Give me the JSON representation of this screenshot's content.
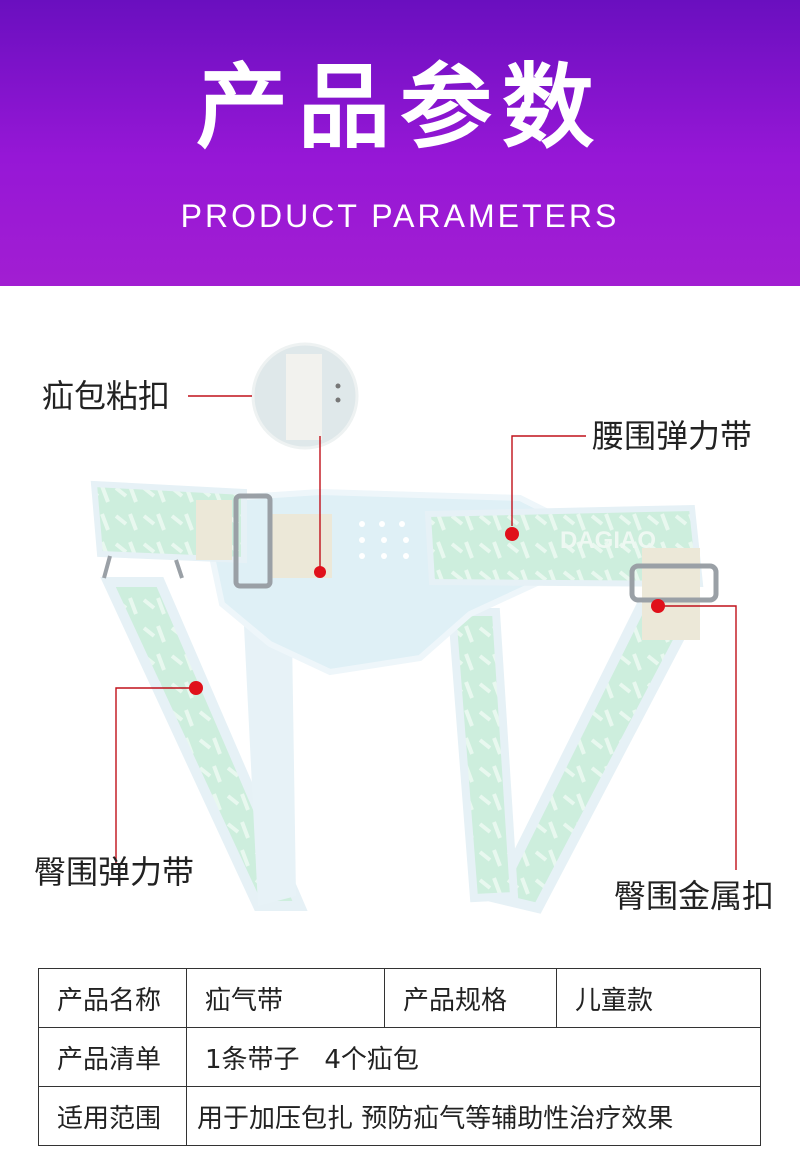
{
  "header": {
    "title_cn": "产品参数",
    "title_en": "PRODUCT PARAMETERS"
  },
  "product": {
    "brand_text": "DAGIAO",
    "callouts": {
      "hernia_velcro": "疝包粘扣",
      "waist_band": "腰围弹力带",
      "hip_band": "臀围弹力带",
      "hip_buckle": "臀围金属扣"
    }
  },
  "params": {
    "rows": [
      {
        "label": "产品名称",
        "value": "疝气带",
        "label2": "产品规格",
        "value2": "儿童款"
      },
      {
        "label": "产品清单",
        "value": "1条带子   4个疝包"
      },
      {
        "label": "适用范围",
        "value": "用于加压包扎 预防疝气等辅助性治疗效果"
      }
    ]
  },
  "colors": {
    "header_top": "#6a0fbf",
    "header_bottom": "#a21ed2",
    "band_green": "#c9ecd9",
    "band_blue": "#dfeef6",
    "callout_dot": "#e0101a"
  }
}
